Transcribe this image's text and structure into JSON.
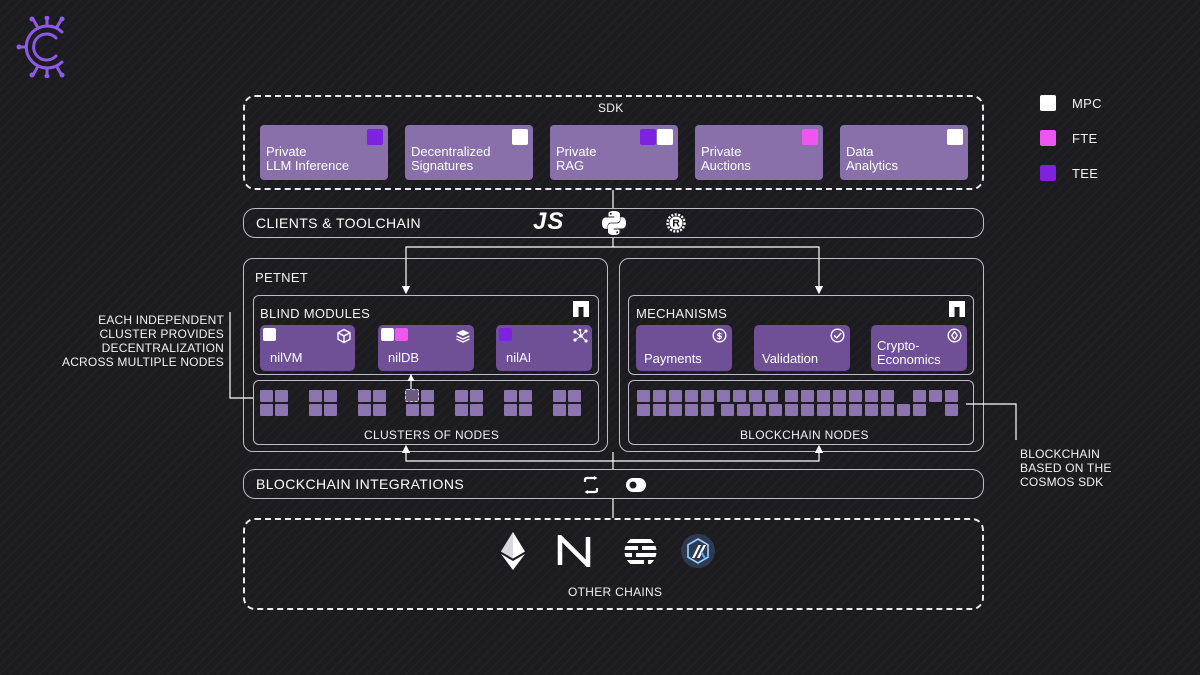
{
  "legend": [
    {
      "label": "MPC",
      "color": "#ffffff"
    },
    {
      "label": "FTE",
      "color": "#ee57ef"
    },
    {
      "label": "TEE",
      "color": "#7d23e0"
    }
  ],
  "sdk": {
    "title": "SDK",
    "cards": [
      {
        "line1": "Private",
        "line2": "LLM Inference"
      },
      {
        "line1": "Decentralized",
        "line2": "Signatures"
      },
      {
        "line1": "Private",
        "line2": "RAG"
      },
      {
        "line1": "Private",
        "line2": "Auctions"
      },
      {
        "line1": "Data",
        "line2": "Analytics"
      }
    ]
  },
  "clients": {
    "title": "CLIENTS & TOOLCHAIN",
    "js_text": "JS"
  },
  "petnet": {
    "title": "PETNET",
    "blind_modules": {
      "title": "BLIND MODULES",
      "items": [
        {
          "label": "nilVM"
        },
        {
          "label": "nilDB"
        },
        {
          "label": "nilAI"
        }
      ]
    },
    "clusters_label": "CLUSTERS OF NODES",
    "mechanisms": {
      "title": "MECHANISMS",
      "items": [
        {
          "line1": "",
          "line2": "Payments"
        },
        {
          "line1": "",
          "line2": "Validation"
        },
        {
          "line1": "Crypto-",
          "line2": "Economics"
        }
      ]
    },
    "blockchain_nodes_label": "BLOCKCHAIN NODES"
  },
  "annotations": {
    "left": [
      "EACH INDEPENDENT",
      "CLUSTER PROVIDES",
      "DECENTRALIZATION",
      "ACROSS MULTIPLE NODES"
    ],
    "right": [
      "BLOCKCHAIN",
      "BASED ON THE",
      "COSMOS SDK"
    ]
  },
  "integrations": {
    "title": "BLOCKCHAIN INTEGRATIONS"
  },
  "other_chains": {
    "title": "OTHER CHAINS"
  }
}
